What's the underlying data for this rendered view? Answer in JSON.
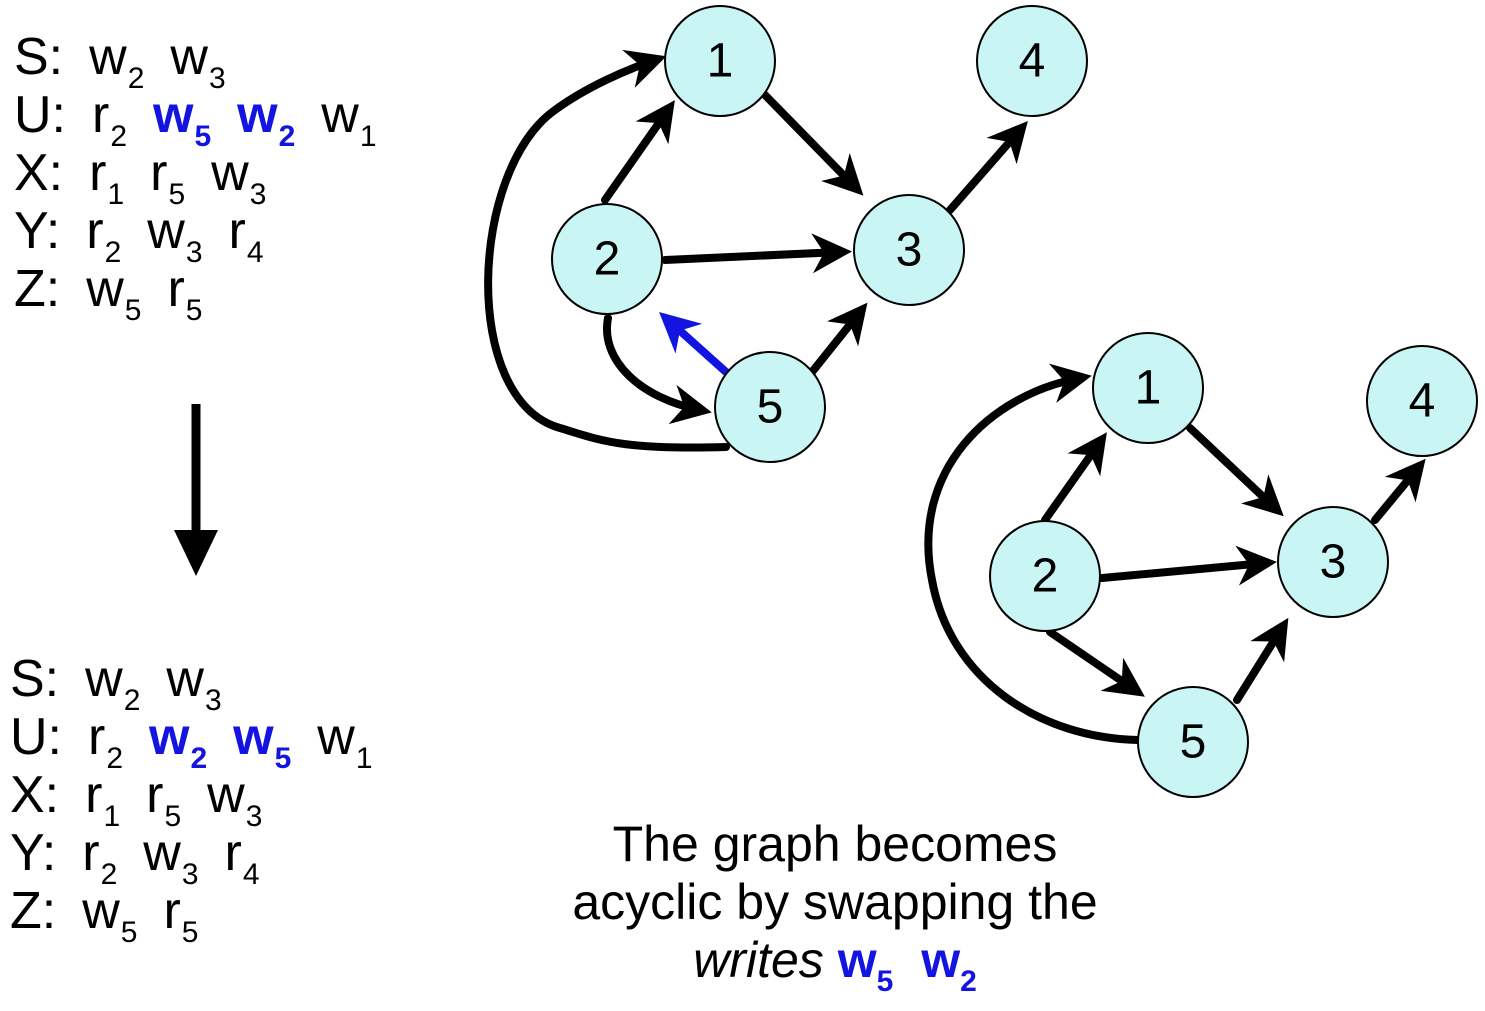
{
  "schedule_before": [
    {
      "label": "S:",
      "ops": [
        {
          "op": "w",
          "sub": "2",
          "hl": false
        },
        {
          "op": "w",
          "sub": "3",
          "hl": false
        }
      ]
    },
    {
      "label": "U:",
      "ops": [
        {
          "op": "r",
          "sub": "2",
          "hl": false
        },
        {
          "op": "w",
          "sub": "5",
          "hl": true
        },
        {
          "op": "w",
          "sub": "2",
          "hl": true
        },
        {
          "op": "w",
          "sub": "1",
          "hl": false
        }
      ]
    },
    {
      "label": "X:",
      "ops": [
        {
          "op": "r",
          "sub": "1",
          "hl": false
        },
        {
          "op": "r",
          "sub": "5",
          "hl": false
        },
        {
          "op": "w",
          "sub": "3",
          "hl": false
        }
      ]
    },
    {
      "label": "Y:",
      "ops": [
        {
          "op": "r",
          "sub": "2",
          "hl": false
        },
        {
          "op": "w",
          "sub": "3",
          "hl": false
        },
        {
          "op": "r",
          "sub": "4",
          "hl": false
        }
      ]
    },
    {
      "label": "Z:",
      "ops": [
        {
          "op": "w",
          "sub": "5",
          "hl": false
        },
        {
          "op": "r",
          "sub": "5",
          "hl": false
        }
      ]
    }
  ],
  "schedule_after": [
    {
      "label": "S:",
      "ops": [
        {
          "op": "w",
          "sub": "2",
          "hl": false
        },
        {
          "op": "w",
          "sub": "3",
          "hl": false
        }
      ]
    },
    {
      "label": "U:",
      "ops": [
        {
          "op": "r",
          "sub": "2",
          "hl": false
        },
        {
          "op": "w",
          "sub": "2",
          "hl": true
        },
        {
          "op": "w",
          "sub": "5",
          "hl": true
        },
        {
          "op": "w",
          "sub": "1",
          "hl": false
        }
      ]
    },
    {
      "label": "X:",
      "ops": [
        {
          "op": "r",
          "sub": "1",
          "hl": false
        },
        {
          "op": "r",
          "sub": "5",
          "hl": false
        },
        {
          "op": "w",
          "sub": "3",
          "hl": false
        }
      ]
    },
    {
      "label": "Y:",
      "ops": [
        {
          "op": "r",
          "sub": "2",
          "hl": false
        },
        {
          "op": "w",
          "sub": "3",
          "hl": false
        },
        {
          "op": "r",
          "sub": "4",
          "hl": false
        }
      ]
    },
    {
      "label": "Z:",
      "ops": [
        {
          "op": "w",
          "sub": "5",
          "hl": false
        },
        {
          "op": "r",
          "sub": "5",
          "hl": false
        }
      ]
    }
  ],
  "graph_before": {
    "nodes": [
      "1",
      "2",
      "3",
      "4",
      "5"
    ],
    "edges": [
      {
        "from": "2",
        "to": "1"
      },
      {
        "from": "1",
        "to": "3"
      },
      {
        "from": "2",
        "to": "3"
      },
      {
        "from": "3",
        "to": "4"
      },
      {
        "from": "5",
        "to": "3"
      },
      {
        "from": "2",
        "to": "5"
      },
      {
        "from": "5",
        "to": "2",
        "highlight": true
      },
      {
        "from": "5",
        "to": "1"
      }
    ]
  },
  "graph_after": {
    "nodes": [
      "1",
      "2",
      "3",
      "4",
      "5"
    ],
    "edges": [
      {
        "from": "2",
        "to": "1"
      },
      {
        "from": "1",
        "to": "3"
      },
      {
        "from": "2",
        "to": "3"
      },
      {
        "from": "3",
        "to": "4"
      },
      {
        "from": "5",
        "to": "3"
      },
      {
        "from": "2",
        "to": "5"
      },
      {
        "from": "5",
        "to": "1"
      }
    ]
  },
  "caption": {
    "line1": "The graph becomes",
    "line2": "acyclic by swapping the",
    "writes_word": "writes",
    "w_a": {
      "op": "w",
      "sub": "5"
    },
    "w_b": {
      "op": "w",
      "sub": "2"
    }
  },
  "colors": {
    "highlight": "#1414e0",
    "node_fill": "#c9f5f5"
  }
}
